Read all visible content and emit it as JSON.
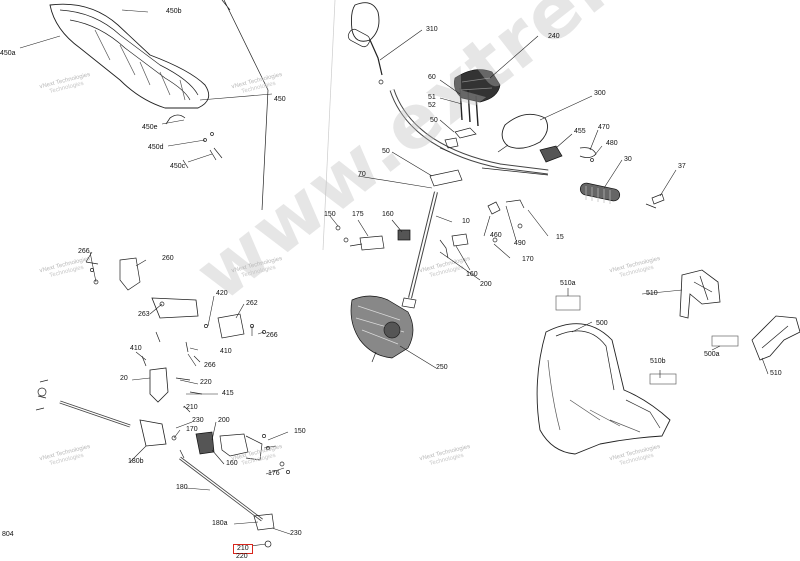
{
  "page_number": "804",
  "watermark_big": "www.extreme-moto.ru",
  "watermark_small": {
    "line1": "vNext Technologies",
    "line2": "Technologies"
  },
  "callouts": {
    "c450b": "450b",
    "c450a": "450a",
    "c450": "450",
    "c450e": "450e",
    "c450d": "450d",
    "c450c": "450c",
    "c310": "310",
    "c240": "240",
    "c300": "300",
    "c60": "60",
    "c51": "51",
    "c52": "52",
    "c50a": "50",
    "c50b": "50",
    "c455": "455",
    "c470": "470",
    "c480": "480",
    "c30": "30",
    "c37": "37",
    "c70": "70",
    "c150a": "150",
    "c175": "175",
    "c160a": "160",
    "c10": "10",
    "c460": "460",
    "c490": "490",
    "c15": "15",
    "c170a": "170",
    "c160b": "160",
    "c200a": "200",
    "c510a": "510a",
    "c510": "510",
    "c500": "500",
    "c500a": "500a",
    "c510b": "510b",
    "c510c": "510",
    "c250": "250",
    "c266a": "266",
    "c260": "260",
    "c263": "263",
    "c420": "420",
    "c262": "262",
    "c266b": "266",
    "c410a": "410",
    "c410b": "410",
    "c266c": "266",
    "c20": "20",
    "c220": "220",
    "c415": "415",
    "c210a": "210",
    "c230a": "230",
    "c200b": "200",
    "c170b": "170",
    "c150b": "150",
    "c180b": "180b",
    "c160c": "160",
    "c176": "176",
    "c180": "180",
    "c180a": "180a",
    "c230b": "230",
    "c210b": "210",
    "c220b": "220"
  }
}
